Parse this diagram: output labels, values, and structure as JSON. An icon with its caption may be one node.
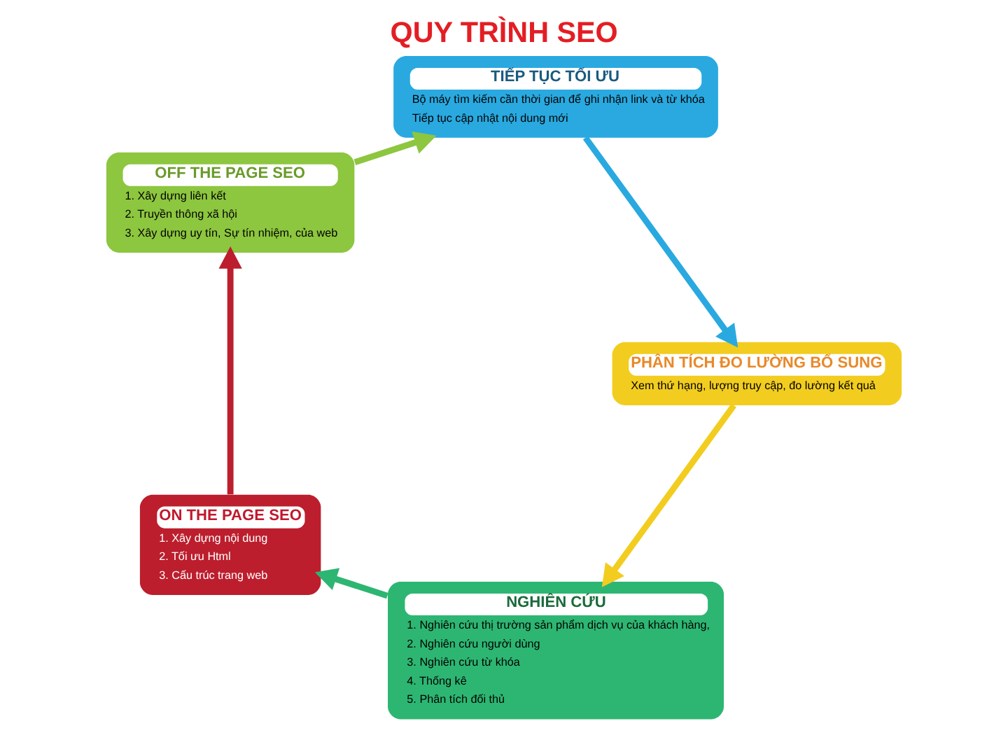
{
  "diagram": {
    "title": "QUY TRÌNH SEO",
    "nodes": [
      {
        "text": [
          "NGHIÊN CỨU",
          "1. Nghiên cứu thị trường sản phẩm dịch vụ của khách hàng,",
          "2. Nghiên cứu người dùng",
          "3. Nghiên cứu từ khóa",
          "4. Thống kê",
          "5. Phân tích đối thủ"
        ]
      },
      {
        "text": [
          "ON THE PAGE SEO",
          "1. Xây dựng nội dung",
          "2. Tối ưu Html",
          "3. Cấu trúc trang web"
        ]
      },
      {
        "text": [
          "OFF THE PAGE SEO",
          "1. Xây dựng liên kết",
          "2. Truyền thông xã hội",
          "3. Xây dựng uy tín, Sự tín nhiệm, của web"
        ]
      },
      {
        "text": [
          "TIẾP TỤC TỐI ƯU",
          "Bộ máy tìm kiếm cần thời gian để ghi nhận link và từ khóa",
          "Tiếp tục cập nhật nội dung mới"
        ]
      },
      {
        "text": [
          "PHÂN TÍCH ĐO LƯỜNG BỔ SUNG",
          "Xem thứ hạng, lượng truy cập, đo lường kết quả"
        ]
      }
    ],
    "edges": [
      {
        "from": 0,
        "to": 1,
        "arrow": "to",
        "color": "#2db672"
      },
      {
        "from": 1,
        "to": 2,
        "arrow": "to",
        "color": "#bc1e2d"
      },
      {
        "from": 2,
        "to": 3,
        "arrow": "to",
        "color": "#8dc63f"
      },
      {
        "from": 3,
        "to": 4,
        "arrow": "to",
        "color": "#29a9e0"
      },
      {
        "from": 4,
        "to": 0,
        "arrow": "to",
        "color": "#f2cd1f"
      }
    ]
  }
}
